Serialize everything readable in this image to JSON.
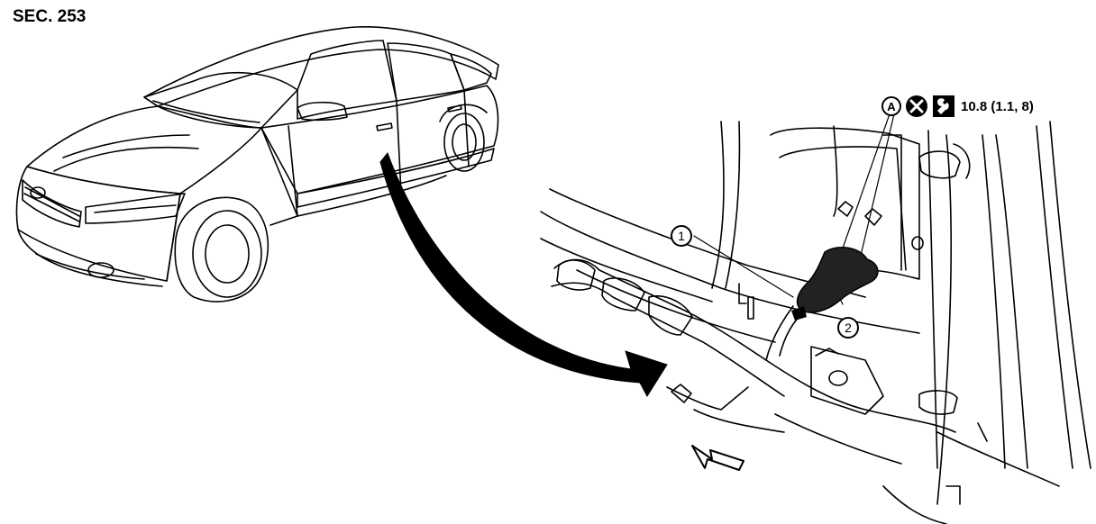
{
  "header": {
    "section_label": "SEC. 253"
  },
  "spec": {
    "ref_letter": "A",
    "torque_text": "10.8 (1.1, 8)",
    "icons": [
      "do-not-reuse-icon",
      "torque-wrench-icon"
    ]
  },
  "callouts": {
    "part_1": "1",
    "part_2": "2"
  }
}
